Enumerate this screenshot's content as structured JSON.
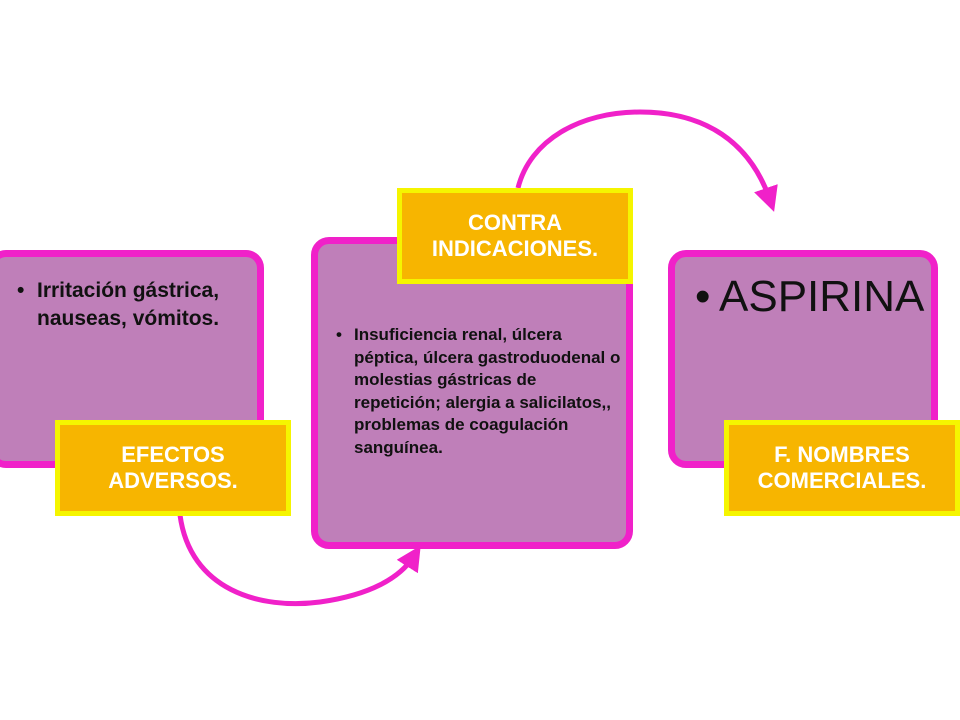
{
  "colors": {
    "card_fill": "#bf7fb9",
    "card_border": "#f021c9",
    "label_fill": "#f7b500",
    "label_border": "#f5f500",
    "arrow": "#f021c9",
    "label_text": "#ffffff"
  },
  "cards": [
    {
      "label": "EFECTOS ADVERSOS.",
      "bullets": [
        "Irritación gástrica, nauseas, vómitos."
      ]
    },
    {
      "label": "CONTRA INDICACIONES.",
      "bullets": [
        "Insuficiencia renal, úlcera péptica, úlcera gastroduodenal o molestias gástricas de repetición; alergia a salicilatos,, problemas de coagulación sanguínea."
      ]
    },
    {
      "label": "F. NOMBRES COMERCIALES.",
      "bullets": [
        "ASPIRINA"
      ]
    }
  ]
}
